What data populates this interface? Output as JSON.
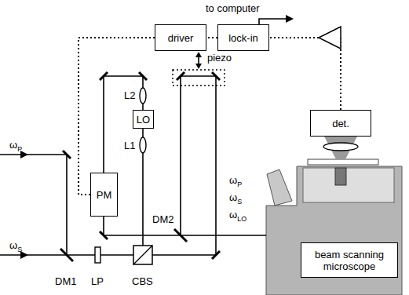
{
  "diagram": {
    "nodes": [
      {
        "text": [
          "driver"
        ]
      },
      {
        "text": [
          "lock-in"
        ]
      },
      {
        "text": [
          "det."
        ]
      },
      {
        "text": [
          "PM"
        ]
      },
      {
        "text": [
          "LO"
        ]
      },
      {
        "text": [
          "beam scanning microscope"
        ]
      }
    ],
    "edges": [
      {
        "from": 1,
        "to": 0,
        "arrow": "none"
      },
      {
        "from": 0,
        "to": 3,
        "arrow": "none"
      },
      {
        "from": 2,
        "to": 1,
        "arrow": "none"
      }
    ],
    "labels": [
      "to computer",
      "piezo",
      "L2",
      "L1",
      "ωP",
      "ωS",
      "ωP",
      "ωS",
      "ωLO",
      "DM2",
      "DM1",
      "LP",
      "CBS"
    ]
  }
}
